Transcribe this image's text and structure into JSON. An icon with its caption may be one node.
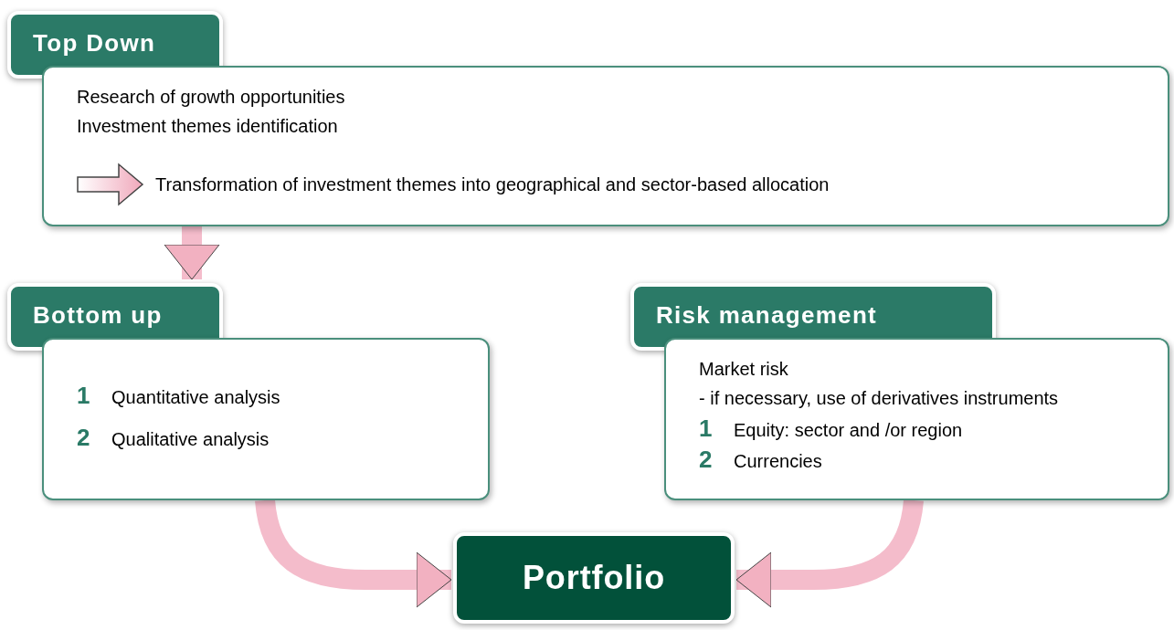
{
  "diagram": {
    "nodes": [
      {
        "text": [
          "Top Down"
        ]
      },
      {
        "text": [
          "Research of growth opportunities",
          "Investment themes identification",
          "Transformation of investment themes into geographical and sector-based allocation"
        ]
      },
      {
        "text": [
          "Bottom up"
        ]
      },
      {
        "text": [
          "1",
          "Quantitative analysis",
          "2",
          "Qualitative analysis"
        ]
      },
      {
        "text": [
          "Risk management"
        ]
      },
      {
        "text": [
          "Market risk",
          "- if necessary, use of derivatives instruments",
          "1",
          "Equity: sector and /or region",
          "2",
          "Currencies"
        ]
      },
      {
        "text": [
          "Portfolio"
        ]
      }
    ],
    "edges": [
      {
        "from": 1,
        "to": 2,
        "arrow": "to"
      },
      {
        "from": 3,
        "to": 6,
        "arrow": "to"
      },
      {
        "from": 5,
        "to": 6,
        "arrow": "to"
      }
    ]
  }
}
